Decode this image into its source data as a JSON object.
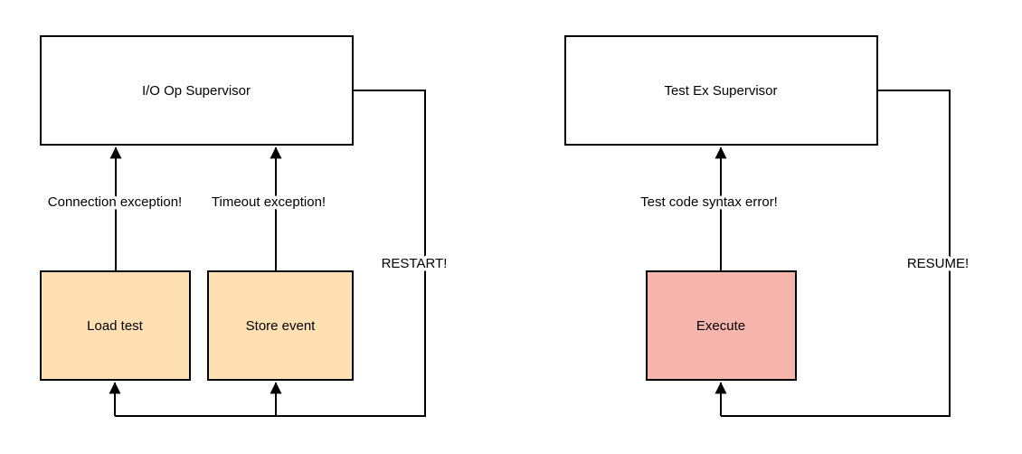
{
  "colors": {
    "background": "#ffffff",
    "box_border": "#000000",
    "line": "#000000",
    "supervisor_fill": "#ffffff",
    "io_child_fill": "#ffe0b2",
    "test_child_fill": "#f6b6ad"
  },
  "left_diagram": {
    "supervisor_label": "I/O Op Supervisor",
    "children": [
      {
        "label": "Load test",
        "exception_label": "Connection exception!"
      },
      {
        "label": "Store event",
        "exception_label": "Timeout exception!"
      }
    ],
    "strategy_label": "RESTART!"
  },
  "right_diagram": {
    "supervisor_label": "Test Ex Supervisor",
    "children": [
      {
        "label": "Execute",
        "exception_label": "Test code syntax error!"
      }
    ],
    "strategy_label": "RESUME!"
  }
}
